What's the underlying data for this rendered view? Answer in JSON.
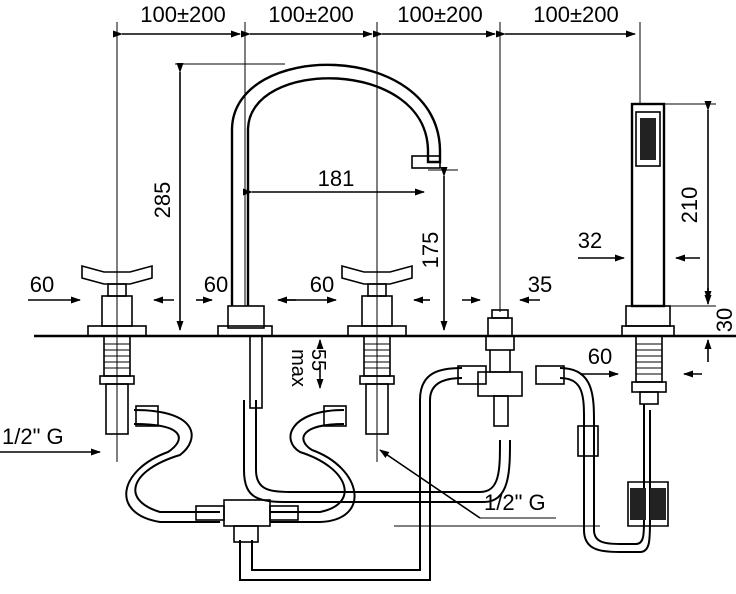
{
  "dimensions": {
    "spacing_1": "100±200",
    "spacing_2": "100±200",
    "spacing_3": "100±200",
    "spacing_4": "100±200",
    "spout_height": "285",
    "spout_reach": "181",
    "outlet_height": "175",
    "shower_height": "210",
    "shower_width": "32",
    "deck_thickness": "30",
    "handle_left_offset": "60",
    "spout_left_offset": "60",
    "handle_right_offset": "60",
    "mixer_offset": "35",
    "shower_base_offset": "60",
    "max_deck": "max",
    "max_deck_value": "55"
  },
  "connections": {
    "left_thread": "1/2\" G",
    "right_thread": "1/2\" G"
  }
}
